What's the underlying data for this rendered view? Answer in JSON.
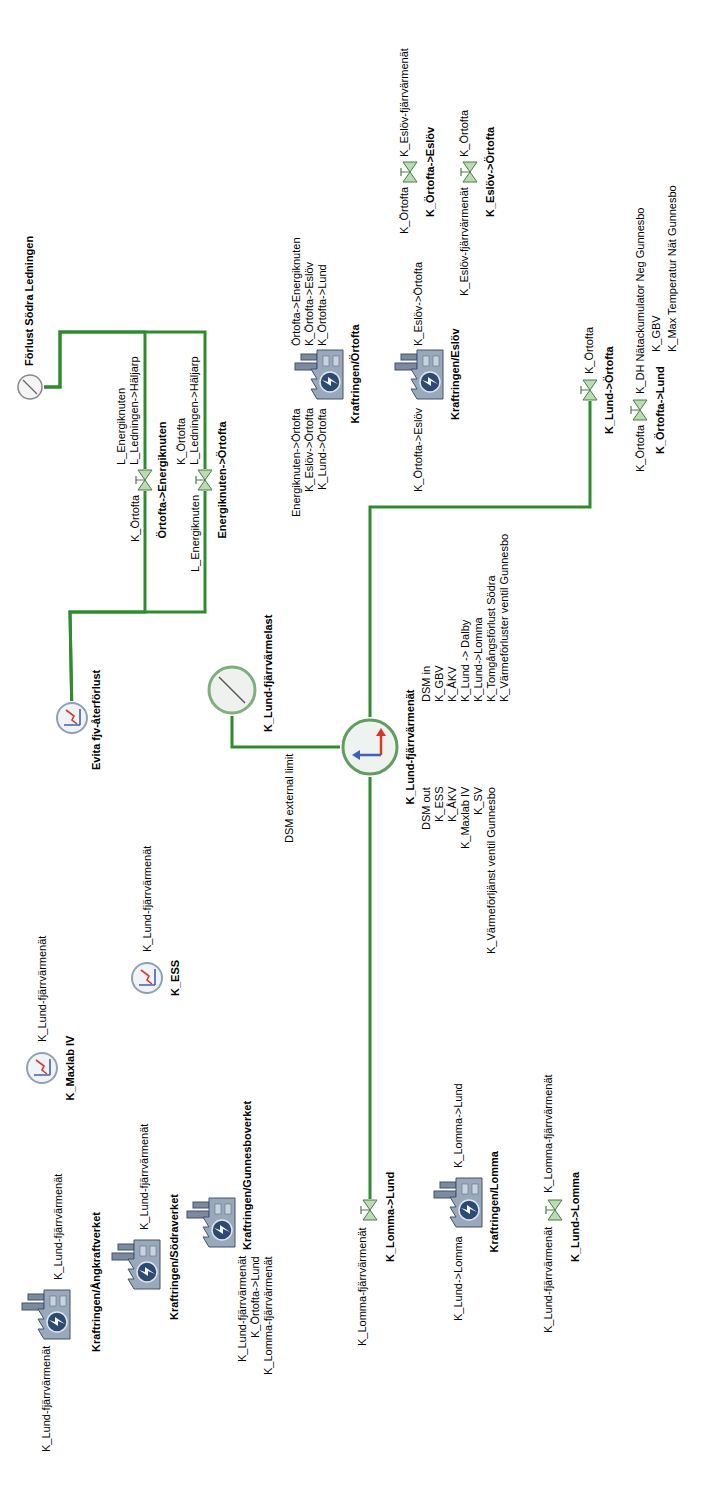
{
  "diagram": {
    "nodes": [
      {
        "text": [
          "Kraftringen/Ångkraftverket"
        ]
      },
      {
        "text": [
          "Kraftringen/Södraverket"
        ]
      },
      {
        "text": [
          "Kraftringen/Gunnesboverket"
        ]
      },
      {
        "text": [
          "K_Maxlab IV"
        ]
      },
      {
        "text": [
          "K_ESS"
        ]
      },
      {
        "text": [
          "K_Lomma->Lund"
        ]
      },
      {
        "text": [
          "Kraftringen/Lomma"
        ]
      },
      {
        "text": [
          "K_Lund->Lomma"
        ]
      },
      {
        "text": [
          "K_Lund-fjärrvärmenät"
        ]
      },
      {
        "text": [
          "Evita fjv-återförlust"
        ]
      },
      {
        "text": [
          "K_Lund-fjärrvärmelast"
        ]
      },
      {
        "text": [
          "Örtofta->Energiknuten"
        ]
      },
      {
        "text": [
          "Energiknuten->Örtofta"
        ]
      },
      {
        "text": [
          "Förlust Södra Ledningen"
        ]
      },
      {
        "text": [
          "Kraftringen/Örtofta"
        ]
      },
      {
        "text": [
          "Kraftringen/Eslöv"
        ]
      },
      {
        "text": [
          "K_Lund->Örtofta"
        ]
      },
      {
        "text": [
          "K_Örtofta->Lund"
        ]
      },
      {
        "text": [
          "K_Örtofta->Eslöv"
        ]
      },
      {
        "text": [
          "K_Eslöv->Örtofta"
        ]
      }
    ],
    "edges": [
      {
        "from": 5,
        "to": 8,
        "arrow": "none"
      },
      {
        "from": 8,
        "to": 10,
        "arrow": "none"
      },
      {
        "from": 8,
        "to": 16,
        "arrow": "none"
      },
      {
        "from": 9,
        "to": 11,
        "arrow": "none"
      },
      {
        "from": 9,
        "to": 12,
        "arrow": "none"
      },
      {
        "from": 11,
        "to": 13,
        "arrow": "none"
      },
      {
        "from": 12,
        "to": 13,
        "arrow": "none"
      }
    ],
    "labels": [
      "K_Lund-fjärrvärmenät",
      "K_Lund-fjärrvärmenät",
      "K_Lund-fjärrvärmenät",
      "K_Lund-fjärrvärmenät",
      "K_Örtofta->Lund",
      "K_Lomma-fjärrvärmenät",
      "K_Lund-fjärrvärmenät",
      "K_Lund-fjärrvärmenät",
      "K_Lomma-fjärrvärmenät",
      "K_Lund->Lomma",
      "K_Lomma->Lund",
      "K_Lund-fjärrvärmenät",
      "K_Lomma-fjärrvärmenät",
      "DSM external limit",
      "DSM out",
      "K_ESS",
      "K_ÅKV",
      "K_Maxlab IV",
      "K_SV",
      "K_Värmeförljänst ventil Gunnesbo",
      "DSM in",
      "K_GBV",
      "K_ÅKV",
      "K_Lund -> Dalby",
      "K_Lund->Lomma",
      "K_Tomgångsförlust Södra",
      "K_Värmeförluster ventil Gunnesbo",
      "K_Örtofta",
      "L_Energiknuten",
      "L_Ledningen->Häljarp",
      "L_Energiknuten",
      "K_Örtofta",
      "L_Ledningen->Häljarp",
      "Energiknuten->Örtofta",
      "K_Eslöv->Örtofta",
      "K_Lund->Örtofta",
      "Örtofta->Energiknuten",
      "K_Örtofta->Eslöv",
      "K_Örtofta->Lund",
      "K_Örtofta->Eslöv",
      "K_Eslöv->Örtofta",
      "K_Örtofta",
      "K_Eslöv-fjärrvärmenät",
      "K_Eslöv-fjärrvärmenät",
      "K_Örtofta",
      "K_Örtofta",
      "K_Örtofta",
      "K_DH Nätackumulator Neg Gunnesbo",
      "K_GBV",
      "K_Max Temperatur Nät Gunnesbo"
    ]
  }
}
